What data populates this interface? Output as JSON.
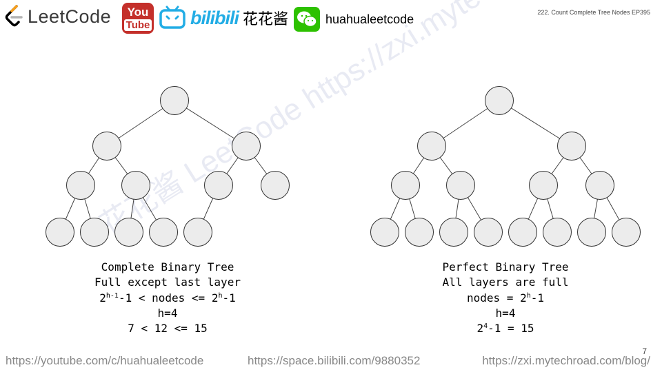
{
  "header": {
    "leetcode_logo_text": "LeetCode",
    "youtube_logo_top": "You",
    "youtube_logo_bottom": "Tube",
    "bilibili_logo_text": "bilibili",
    "channel_name": "花花酱",
    "wechat_id": "huahualeetcode",
    "slide_title": "222. Count Complete Tree Nodes EP395"
  },
  "watermark": "花花酱 LeetCode https://zxi.mytechroad.com/blog/",
  "left_panel": {
    "line1": "Complete Binary Tree",
    "line2": "Full except last layer",
    "line3_pre": "2",
    "line3_sup1": "h-1",
    "line3_mid": "-1 < nodes <= 2",
    "line3_sup2": "h",
    "line3_post": "-1",
    "line4": "h=4",
    "line5": "7 < 12 <= 15",
    "tree_node_count": 12
  },
  "right_panel": {
    "line1": "Perfect Binary Tree",
    "line2": "All layers are full",
    "line3_pre": "nodes = 2",
    "line3_sup": "h",
    "line3_post": "-1",
    "line4": "h=4",
    "line5_pre": "2",
    "line5_sup": "4",
    "line5_post": "-1 = 15",
    "tree_node_count": 15
  },
  "footer": {
    "youtube_url": "https://youtube.com/c/huahualeetcode",
    "bilibili_url": "https://space.bilibili.com/9880352",
    "blog_url": "https://zxi.mytechroad.com/blog/",
    "page_number": "7"
  },
  "colors": {
    "node_fill": "#ececec",
    "youtube_red": "#c4302b",
    "bilibili_blue": "#23ade5",
    "wechat_green": "#2dc100",
    "footer_gray": "#888888"
  },
  "icons": [
    "leetcode-logo-icon",
    "youtube-logo-icon",
    "bilibili-tv-icon",
    "wechat-logo-icon"
  ]
}
